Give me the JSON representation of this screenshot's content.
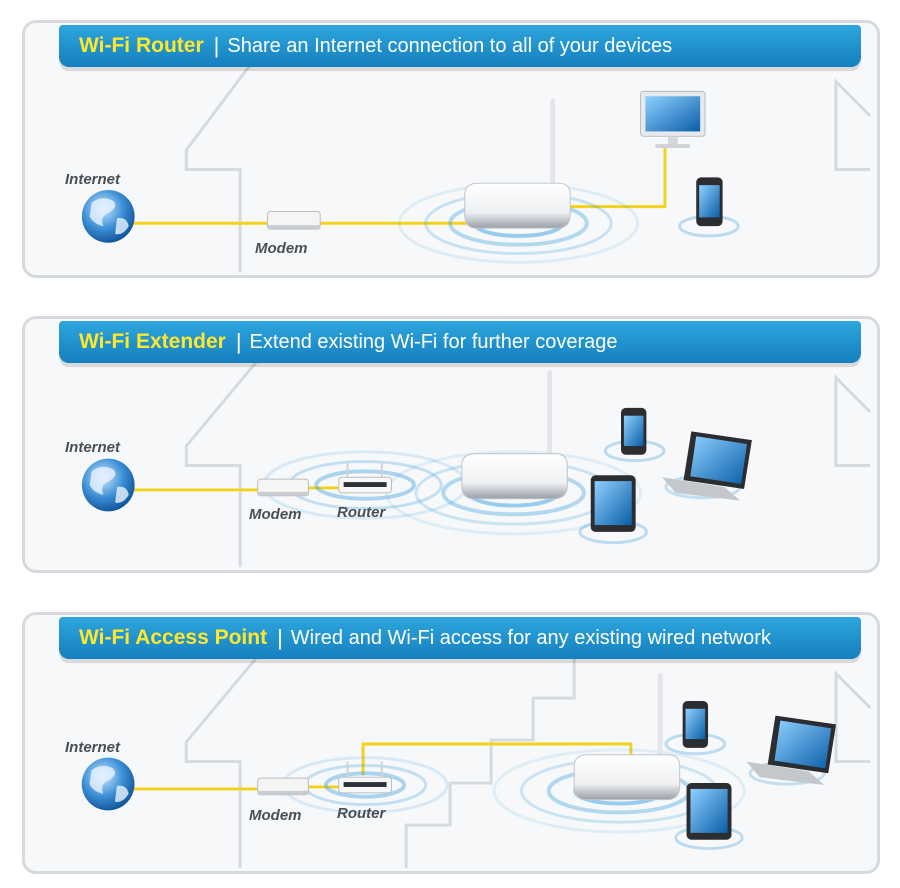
{
  "panels": [
    {
      "title": "Wi-Fi Router",
      "separator": "|",
      "description": "Share an Internet connection to all of your devices",
      "labels": {
        "internet": "Internet",
        "modem": "Modem"
      }
    },
    {
      "title": "Wi-Fi Extender",
      "separator": "|",
      "description": "Extend existing Wi-Fi for further coverage",
      "labels": {
        "internet": "Internet",
        "modem": "Modem",
        "router": "Router"
      }
    },
    {
      "title": "Wi-Fi Access Point",
      "separator": "|",
      "description": "Wired and Wi-Fi access for any existing wired network",
      "labels": {
        "internet": "Internet",
        "modem": "Modem",
        "router": "Router"
      }
    }
  ],
  "colors": {
    "banner": "#1e8fcf",
    "banner_title": "#ffe72b",
    "cable": "#f2d21b",
    "wall": "#d6d9de",
    "wave": "#4aa7e0"
  },
  "icons": [
    "globe-icon",
    "modem-icon",
    "router-icon",
    "wifi-waves-icon",
    "monitor-icon",
    "smartphone-icon",
    "tablet-icon",
    "laptop-icon"
  ]
}
